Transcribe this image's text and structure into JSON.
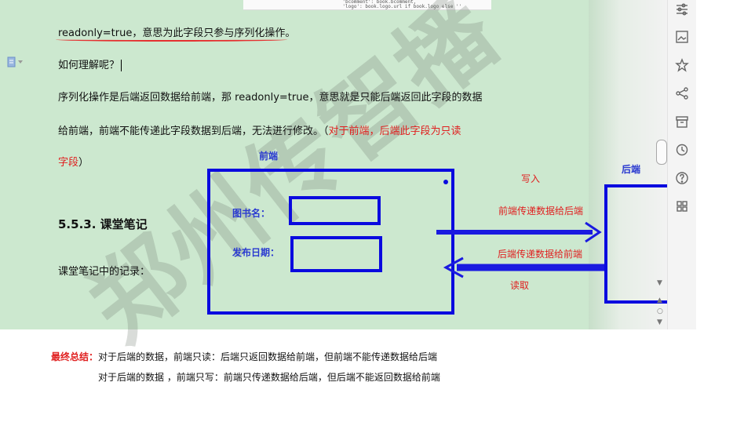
{
  "code_snippet": "                                   'bcomment': book.bcomment,\n                                   'logo': book.logo.url if book.logo else ''",
  "document": {
    "line1": "readonly=true，意思为此字段只参与序列化操作。",
    "line2": "如何理解呢？",
    "line3": "序列化操作是后端返回数据给前端，那 readonly=true，意思就是只能后端返回此字段的数据",
    "line4_black": "给前端，前端不能传递此字段数据到后端，无法进行修改。（",
    "line4_red": "对于前端，后端此字段为只读",
    "line5_red": "字段",
    "line5_black": "）",
    "heading": "5.5.3. 课堂笔记",
    "line6": "课堂笔记中的记录：",
    "watermark": "郑州传智播"
  },
  "diagram": {
    "frontend_label": "前端",
    "backend_label": "后端",
    "field_book_name": "图书名：",
    "field_publish_date": "发布日期：",
    "write_label": "写入",
    "read_label": "读取",
    "to_backend": "前端传递数据给后端",
    "to_frontend": "后端传递数据给前端",
    "colors": {
      "box": "#0a0adf",
      "arrow": "#1a1ae0",
      "note": "#e02020",
      "label": "#2a3ad0"
    }
  },
  "summary": {
    "key": "最终总结：",
    "line1": "对于后端的数据，前端只读：后端只返回数据给前端，但前端不能传递数据给后端",
    "line2": "对于后端的数据 ，前端只写：前端只传递数据给后端，但后端不能返回数据给前端"
  },
  "sidebar_icons": [
    "sliders-icon",
    "image-icon",
    "star-icon",
    "share-icon",
    "archive-icon",
    "history-icon",
    "help-icon",
    "grid-icon"
  ]
}
